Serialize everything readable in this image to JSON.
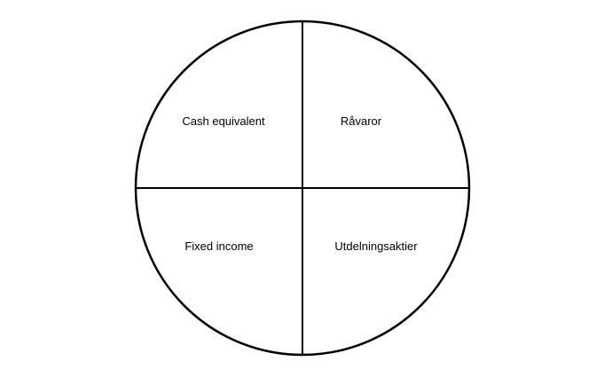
{
  "diagram": {
    "quadrants": {
      "top_left": "Cash equivalent",
      "top_right": "Råvaror",
      "bottom_left": "Fixed income",
      "bottom_right": "Utdelningsaktier"
    },
    "colors": {
      "stroke": "#000000",
      "text": "#000000",
      "background": "#ffffff"
    }
  }
}
